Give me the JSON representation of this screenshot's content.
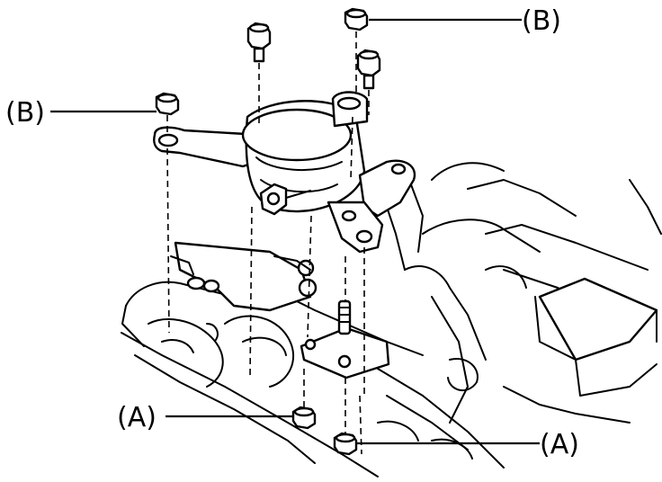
{
  "callouts": {
    "b_top_right": "(B)",
    "b_left": "(B)",
    "a_lower_left": "(A)",
    "a_lower_right": "(A)"
  }
}
